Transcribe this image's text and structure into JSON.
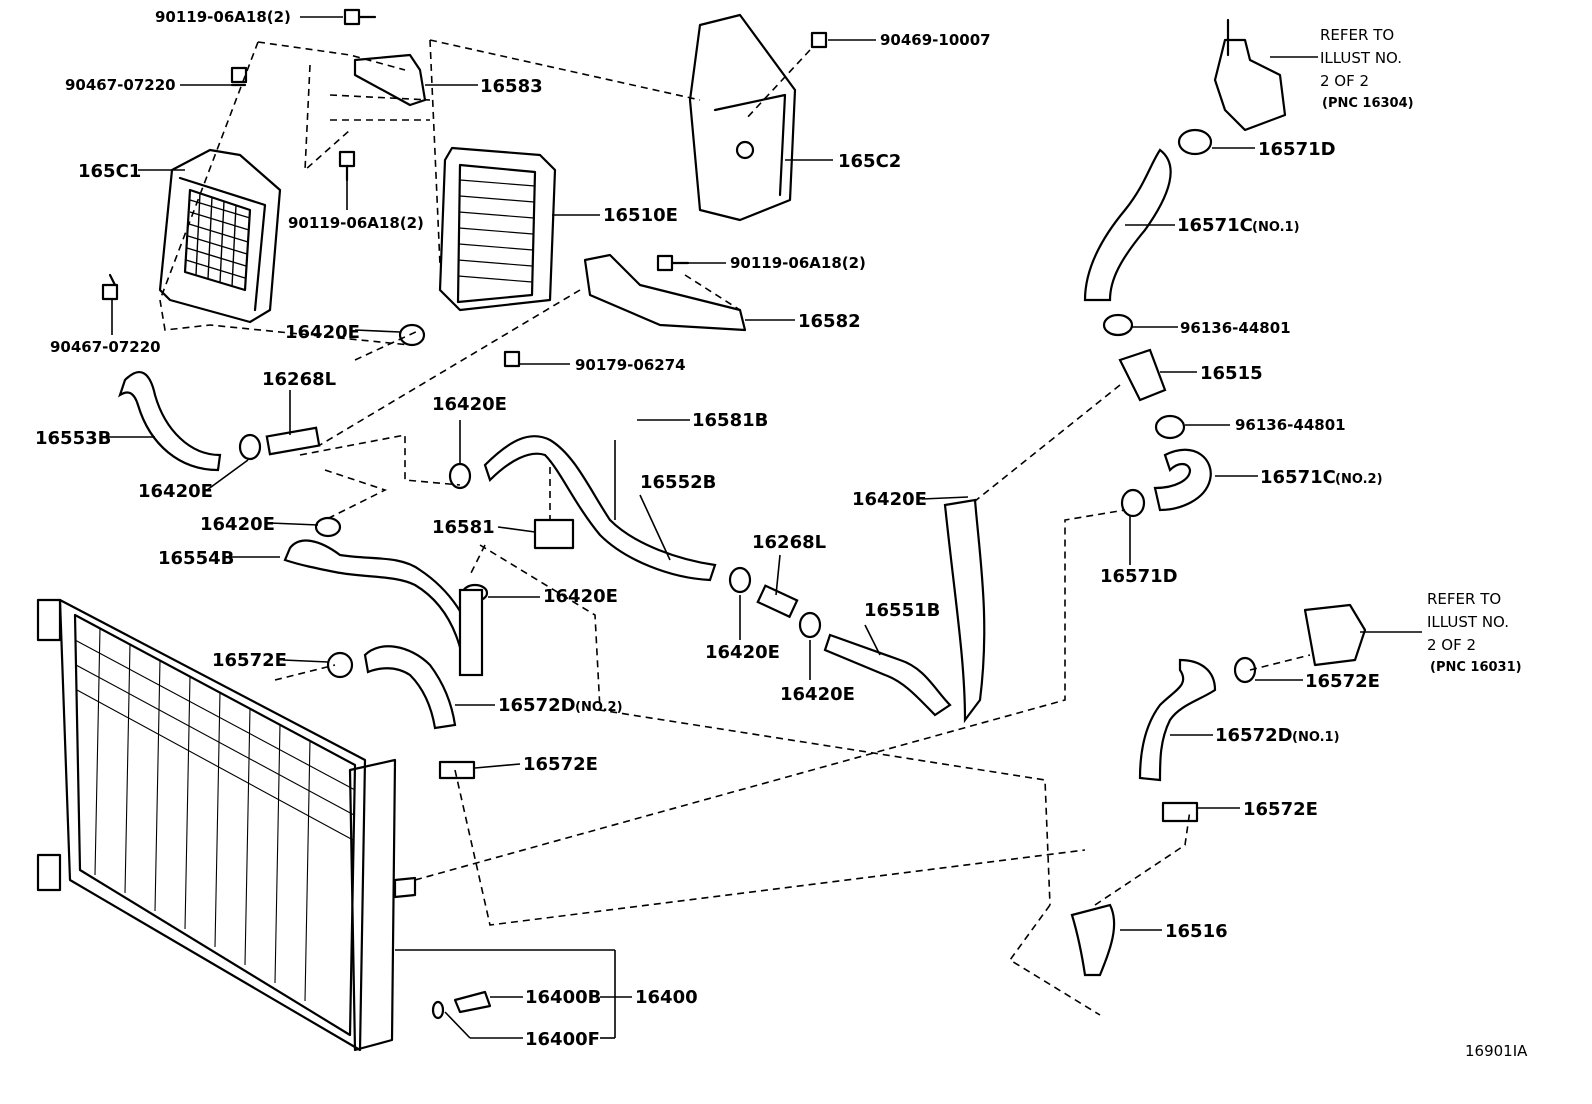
{
  "diagram": {
    "labels": {
      "p90119_top": "90119-06A18(2)",
      "p90467_top": "90467-07220",
      "p16583": "16583",
      "p165C1": "165C1",
      "p90119_mid": "90119-06A18(2)",
      "p90467_bot": "90467-07220",
      "p16510E": "16510E",
      "p90469": "90469-10007",
      "p165C2": "165C2",
      "p90119_right": "90119-06A18(2)",
      "p16582": "16582",
      "p16420E_a": "16420E",
      "p90179": "90179-06274",
      "p16268L_a": "16268L",
      "p16553B": "16553B",
      "p16420E_b": "16420E",
      "p16420E_c": "16420E",
      "p16581B": "16581B",
      "p16552B": "16552B",
      "p16420E_d": "16420E",
      "p16581": "16581",
      "p16554B": "16554B",
      "p16420E_e": "16420E",
      "p16268L_b": "16268L",
      "p16420E_f": "16420E",
      "p16551B": "16551B",
      "p16420E_g": "16420E",
      "p16420E_h": "16420E",
      "p16572E_a": "16572E",
      "p16572D_no2": "16572D",
      "p16572D_no2_note": "(NO.2)",
      "p16572E_b": "16572E",
      "p16571D_top": "16571D",
      "p16571C_no1": "16571C",
      "p16571C_no1_note": "(NO.1)",
      "p96136_a": "96136-44801",
      "p16515": "16515",
      "p96136_b": "96136-44801",
      "p16571C_no2": "16571C",
      "p16571C_no2_note": "(NO.2)",
      "p16571D_bot": "16571D",
      "p16572E_c": "16572E",
      "p16572D_no1": "16572D",
      "p16572D_no1_note": "(NO.1)",
      "p16572E_d": "16572E",
      "p16516": "16516",
      "p16400B": "16400B",
      "p16400": "16400",
      "p16400F": "16400F"
    },
    "refs": {
      "top": [
        "REFER TO",
        "ILLUST NO.",
        "2 OF 2",
        "(PNC 16304)"
      ],
      "bottom": [
        "REFER TO",
        "ILLUST NO.",
        "2 OF 2",
        "(PNC 16031)"
      ]
    },
    "figure_id": "16901IA"
  }
}
